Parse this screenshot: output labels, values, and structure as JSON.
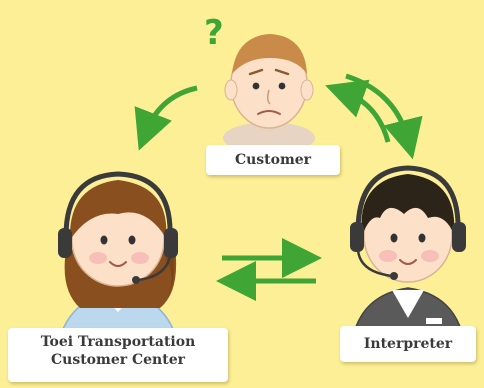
{
  "nodes": {
    "customer": {
      "label": "Customer"
    },
    "center": {
      "line1": "Toei Transportation",
      "line2": "Customer Center"
    },
    "interpreter": {
      "label": "Interpreter"
    }
  },
  "question_mark": "?",
  "colors": {
    "background": "#fcef95",
    "arrow": "#3fa535",
    "question": "#3fa535",
    "skin": "#fce0c8",
    "uniform": "#bcd8ee"
  }
}
